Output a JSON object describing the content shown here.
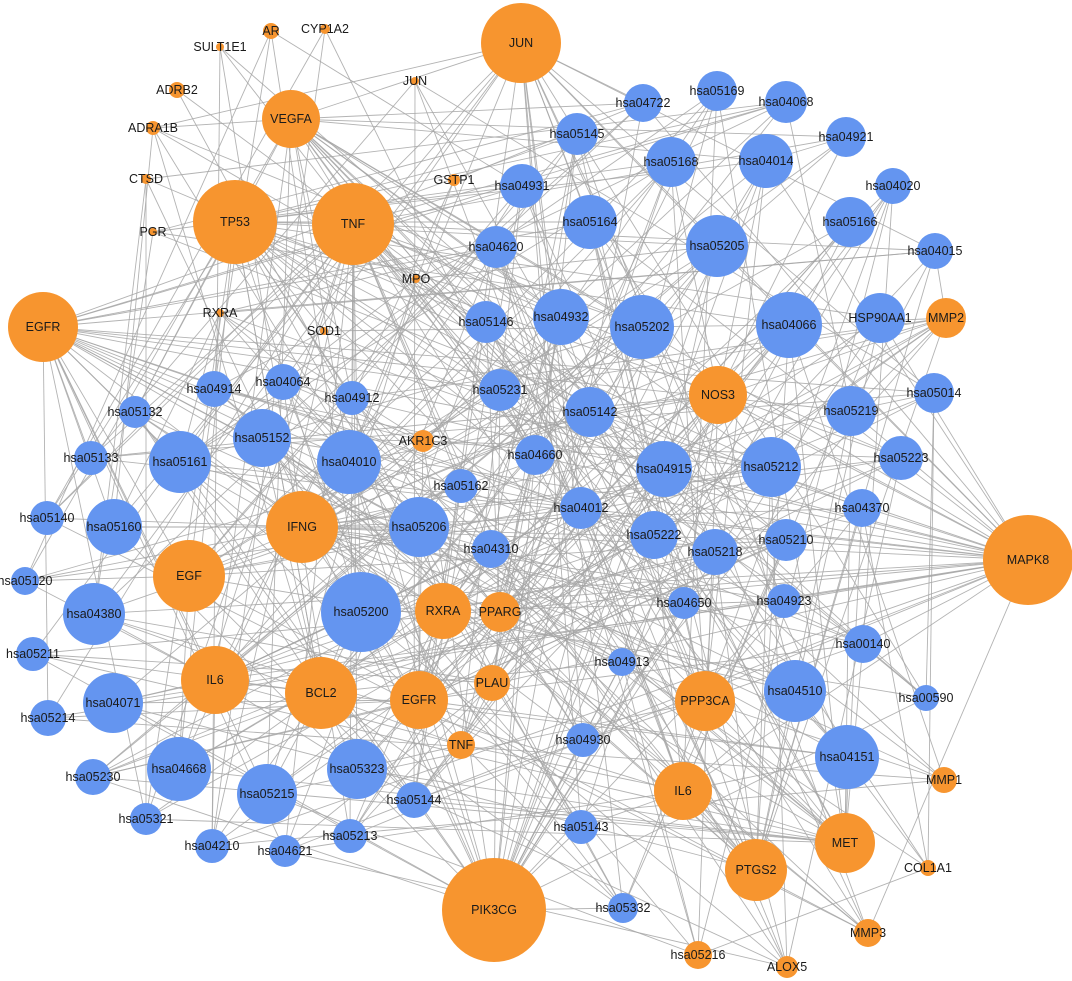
{
  "colors": {
    "target": "#f7952f",
    "pathway": "#6495f0",
    "edge": "#a6a6a6",
    "background": "#ffffff"
  },
  "nodes": [
    {
      "id": "n_jun_big",
      "label": "JUN",
      "type": "target"
    },
    {
      "id": "n_ar",
      "label": "AR",
      "type": "target"
    },
    {
      "id": "n_cyp1a2",
      "label": "CYP1A2",
      "type": "target"
    },
    {
      "id": "n_sult1e1",
      "label": "SULT1E1",
      "type": "target"
    },
    {
      "id": "n_adrb2",
      "label": "ADRB2",
      "type": "target"
    },
    {
      "id": "n_jun_small",
      "label": "JUN",
      "type": "target"
    },
    {
      "id": "n_adra1b",
      "label": "ADRA1B",
      "type": "target"
    },
    {
      "id": "n_vegfa",
      "label": "VEGFA",
      "type": "target"
    },
    {
      "id": "n_ctsd",
      "label": "CTSD",
      "type": "target"
    },
    {
      "id": "n_gstp1",
      "label": "GSTP1",
      "type": "target"
    },
    {
      "id": "n_tp53",
      "label": "TP53",
      "type": "target"
    },
    {
      "id": "n_tnf_big",
      "label": "TNF",
      "type": "target"
    },
    {
      "id": "n_pgr",
      "label": "PGR",
      "type": "target"
    },
    {
      "id": "n_mpo",
      "label": "MPO",
      "type": "target"
    },
    {
      "id": "n_egfr_left",
      "label": "EGFR",
      "type": "target"
    },
    {
      "id": "n_rxra_small",
      "label": "RXRA",
      "type": "target"
    },
    {
      "id": "n_sod1",
      "label": "SOD1",
      "type": "target"
    },
    {
      "id": "n_mmp2",
      "label": "MMP2",
      "type": "target"
    },
    {
      "id": "n_nos3",
      "label": "NOS3",
      "type": "target"
    },
    {
      "id": "n_akr1c3",
      "label": "AKR1C3",
      "type": "target"
    },
    {
      "id": "n_ifng",
      "label": "IFNG",
      "type": "target"
    },
    {
      "id": "n_egf",
      "label": "EGF",
      "type": "target"
    },
    {
      "id": "n_mapk8",
      "label": "MAPK8",
      "type": "target"
    },
    {
      "id": "n_rxra",
      "label": "RXRA",
      "type": "target"
    },
    {
      "id": "n_pparg",
      "label": "PPARG",
      "type": "target"
    },
    {
      "id": "n_il6_left",
      "label": "IL6",
      "type": "target"
    },
    {
      "id": "n_bcl2",
      "label": "BCL2",
      "type": "target"
    },
    {
      "id": "n_egfr_mid",
      "label": "EGFR",
      "type": "target"
    },
    {
      "id": "n_plau",
      "label": "PLAU",
      "type": "target"
    },
    {
      "id": "n_ppp3ca",
      "label": "PPP3CA",
      "type": "target"
    },
    {
      "id": "n_tnf_small",
      "label": "TNF",
      "type": "target"
    },
    {
      "id": "n_il6_mid",
      "label": "IL6",
      "type": "target"
    },
    {
      "id": "n_mmp1",
      "label": "MMP1",
      "type": "target"
    },
    {
      "id": "n_met",
      "label": "MET",
      "type": "target"
    },
    {
      "id": "n_ptgs2",
      "label": "PTGS2",
      "type": "target"
    },
    {
      "id": "n_col1a1",
      "label": "COL1A1",
      "type": "target"
    },
    {
      "id": "n_pik3cg",
      "label": "PIK3CG",
      "type": "target"
    },
    {
      "id": "n_mmp3",
      "label": "MMP3",
      "type": "target"
    },
    {
      "id": "n_hsa05216",
      "label": "hsa05216",
      "type": "target"
    },
    {
      "id": "n_alox5",
      "label": "ALOX5",
      "type": "target"
    },
    {
      "id": "p_05169",
      "label": "hsa05169",
      "type": "pathway"
    },
    {
      "id": "p_04722",
      "label": "hsa04722",
      "type": "pathway"
    },
    {
      "id": "p_04068",
      "label": "hsa04068",
      "type": "pathway"
    },
    {
      "id": "p_05145",
      "label": "hsa05145",
      "type": "pathway"
    },
    {
      "id": "p_04921",
      "label": "hsa04921",
      "type": "pathway"
    },
    {
      "id": "p_05168",
      "label": "hsa05168",
      "type": "pathway"
    },
    {
      "id": "p_04014",
      "label": "hsa04014",
      "type": "pathway"
    },
    {
      "id": "p_04931",
      "label": "hsa04931",
      "type": "pathway"
    },
    {
      "id": "p_04020",
      "label": "hsa04020",
      "type": "pathway"
    },
    {
      "id": "p_05164",
      "label": "hsa05164",
      "type": "pathway"
    },
    {
      "id": "p_05166",
      "label": "hsa05166",
      "type": "pathway"
    },
    {
      "id": "p_04620",
      "label": "hsa04620",
      "type": "pathway"
    },
    {
      "id": "p_05205",
      "label": "hsa05205",
      "type": "pathway"
    },
    {
      "id": "p_04015",
      "label": "hsa04015",
      "type": "pathway"
    },
    {
      "id": "p_05146",
      "label": "hsa05146",
      "type": "pathway"
    },
    {
      "id": "p_04932",
      "label": "hsa04932",
      "type": "pathway"
    },
    {
      "id": "p_05202",
      "label": "hsa05202",
      "type": "pathway"
    },
    {
      "id": "p_04066",
      "label": "hsa04066",
      "type": "pathway"
    },
    {
      "id": "p_hsp90aa1",
      "label": "HSP90AA1",
      "type": "pathway"
    },
    {
      "id": "p_04914",
      "label": "hsa04914",
      "type": "pathway"
    },
    {
      "id": "p_04064",
      "label": "hsa04064",
      "type": "pathway"
    },
    {
      "id": "p_04912",
      "label": "hsa04912",
      "type": "pathway"
    },
    {
      "id": "p_05231",
      "label": "hsa05231",
      "type": "pathway"
    },
    {
      "id": "p_05014",
      "label": "hsa05014",
      "type": "pathway"
    },
    {
      "id": "p_05132",
      "label": "hsa05132",
      "type": "pathway"
    },
    {
      "id": "p_05152",
      "label": "hsa05152",
      "type": "pathway"
    },
    {
      "id": "p_05142",
      "label": "hsa05142",
      "type": "pathway"
    },
    {
      "id": "p_05219",
      "label": "hsa05219",
      "type": "pathway"
    },
    {
      "id": "p_05133",
      "label": "hsa05133",
      "type": "pathway"
    },
    {
      "id": "p_05161",
      "label": "hsa05161",
      "type": "pathway"
    },
    {
      "id": "p_04010",
      "label": "hsa04010",
      "type": "pathway"
    },
    {
      "id": "p_04660",
      "label": "hsa04660",
      "type": "pathway"
    },
    {
      "id": "p_04915",
      "label": "hsa04915",
      "type": "pathway"
    },
    {
      "id": "p_05212",
      "label": "hsa05212",
      "type": "pathway"
    },
    {
      "id": "p_05223",
      "label": "hsa05223",
      "type": "pathway"
    },
    {
      "id": "p_05162",
      "label": "hsa05162",
      "type": "pathway"
    },
    {
      "id": "p_05140",
      "label": "hsa05140",
      "type": "pathway"
    },
    {
      "id": "p_05160",
      "label": "hsa05160",
      "type": "pathway"
    },
    {
      "id": "p_04012",
      "label": "hsa04012",
      "type": "pathway"
    },
    {
      "id": "p_04370",
      "label": "hsa04370",
      "type": "pathway"
    },
    {
      "id": "p_05206",
      "label": "hsa05206",
      "type": "pathway"
    },
    {
      "id": "p_05222",
      "label": "hsa05222",
      "type": "pathway"
    },
    {
      "id": "p_05210",
      "label": "hsa05210",
      "type": "pathway"
    },
    {
      "id": "p_04310",
      "label": "hsa04310",
      "type": "pathway"
    },
    {
      "id": "p_05218",
      "label": "hsa05218",
      "type": "pathway"
    },
    {
      "id": "p_05120",
      "label": "hsa05120",
      "type": "pathway"
    },
    {
      "id": "p_04380",
      "label": "hsa04380",
      "type": "pathway"
    },
    {
      "id": "p_05200",
      "label": "hsa05200",
      "type": "pathway"
    },
    {
      "id": "p_04650",
      "label": "hsa04650",
      "type": "pathway"
    },
    {
      "id": "p_04923",
      "label": "hsa04923",
      "type": "pathway"
    },
    {
      "id": "p_05211",
      "label": "hsa05211",
      "type": "pathway"
    },
    {
      "id": "p_00140",
      "label": "hsa00140",
      "type": "pathway"
    },
    {
      "id": "p_04913",
      "label": "hsa04913",
      "type": "pathway"
    },
    {
      "id": "p_04071",
      "label": "hsa04071",
      "type": "pathway"
    },
    {
      "id": "p_04510",
      "label": "hsa04510",
      "type": "pathway"
    },
    {
      "id": "p_05214",
      "label": "hsa05214",
      "type": "pathway"
    },
    {
      "id": "p_00590",
      "label": "hsa00590",
      "type": "pathway"
    },
    {
      "id": "p_04930",
      "label": "hsa04930",
      "type": "pathway"
    },
    {
      "id": "p_04668",
      "label": "hsa04668",
      "type": "pathway"
    },
    {
      "id": "p_05323",
      "label": "hsa05323",
      "type": "pathway"
    },
    {
      "id": "p_04151",
      "label": "hsa04151",
      "type": "pathway"
    },
    {
      "id": "p_05230",
      "label": "hsa05230",
      "type": "pathway"
    },
    {
      "id": "p_05215",
      "label": "hsa05215",
      "type": "pathway"
    },
    {
      "id": "p_05144",
      "label": "hsa05144",
      "type": "pathway"
    },
    {
      "id": "p_05321",
      "label": "hsa05321",
      "type": "pathway"
    },
    {
      "id": "p_05143",
      "label": "hsa05143",
      "type": "pathway"
    },
    {
      "id": "p_05213",
      "label": "hsa05213",
      "type": "pathway"
    },
    {
      "id": "p_04210",
      "label": "hsa04210",
      "type": "pathway"
    },
    {
      "id": "p_04621",
      "label": "hsa04621",
      "type": "pathway"
    },
    {
      "id": "p_05332",
      "label": "hsa05332",
      "type": "pathway"
    }
  ]
}
